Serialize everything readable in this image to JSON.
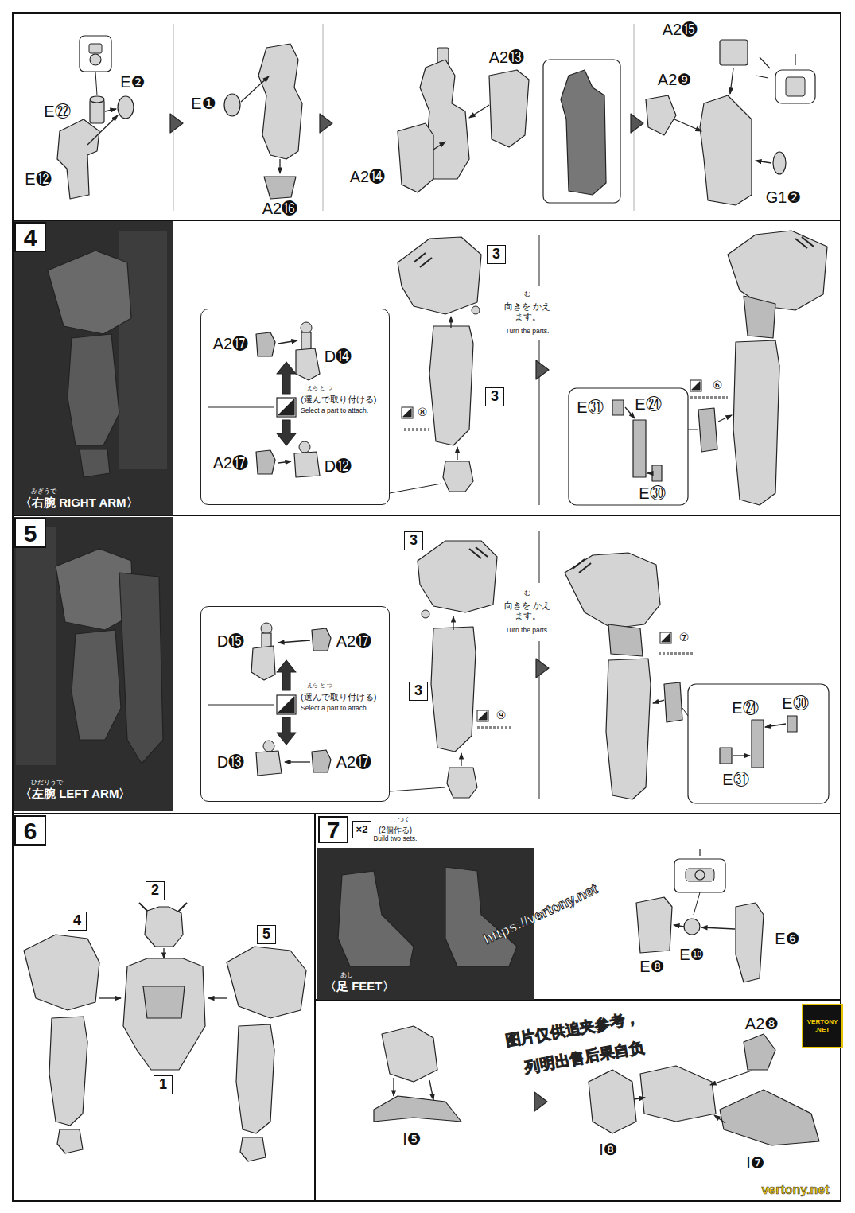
{
  "diagram": {
    "nodes": [
      {
        "text": [
          "4"
        ]
      },
      {
        "text": [
          "みぎうで",
          "〈右腕 RIGHT ARM〉"
        ]
      },
      {
        "text": [
          "えら と つ",
          "(選んで取り付ける)",
          "Select a part to attach."
        ]
      },
      {
        "text": [
          "3"
        ]
      },
      {
        "text": [
          "3"
        ]
      },
      {
        "text": [
          "5"
        ]
      },
      {
        "text": [
          "ひだりうで",
          "〈左腕 LEFT ARM〉"
        ]
      },
      {
        "text": [
          "えら と つ",
          "(選んで取り付ける)",
          "Select a part to attach."
        ]
      },
      {
        "text": [
          "3"
        ]
      },
      {
        "text": [
          "3"
        ]
      },
      {
        "text": [
          "6"
        ]
      },
      {
        "text": [
          "2"
        ]
      },
      {
        "text": [
          "4"
        ]
      },
      {
        "text": [
          "5"
        ]
      },
      {
        "text": [
          "1"
        ]
      },
      {
        "text": [
          "7"
        ]
      },
      {
        "text": [
          "あし",
          "〈足 FEET〉"
        ]
      },
      {
        "text": [
          "×2"
        ]
      },
      {
        "text": [
          "VERTONY .NET"
        ]
      }
    ],
    "labels": [
      "E㉒",
      "E❷",
      "E⓬",
      "E❶",
      "A2⓰",
      "A2⓭",
      "A2⓮",
      "A2⓯",
      "A2❾",
      "G1❷",
      "A2⓱",
      "D⓮",
      "A2⓱",
      "D⓬",
      "⑧",
      "む",
      "向きを かえます。",
      "Turn the parts.",
      "⑥",
      "E㉛",
      "E㉔",
      "E㉚",
      "D⓯",
      "A2⓱",
      "D⓭",
      "A2⓱",
      "⑨",
      "む",
      "向きを かえます。",
      "Turn the parts.",
      "⑦",
      "E㉔",
      "E㉚",
      "E㉛",
      "こ つく",
      "(2個作る)",
      "Build two sets.",
      "E❿",
      "E❽",
      "E❻",
      "I❺",
      "I❽",
      "A2❽",
      "I❼",
      "https://vertony.net",
      "图片仅供追夹参考，",
      "列明出售后果自负",
      "vertony.net"
    ]
  }
}
